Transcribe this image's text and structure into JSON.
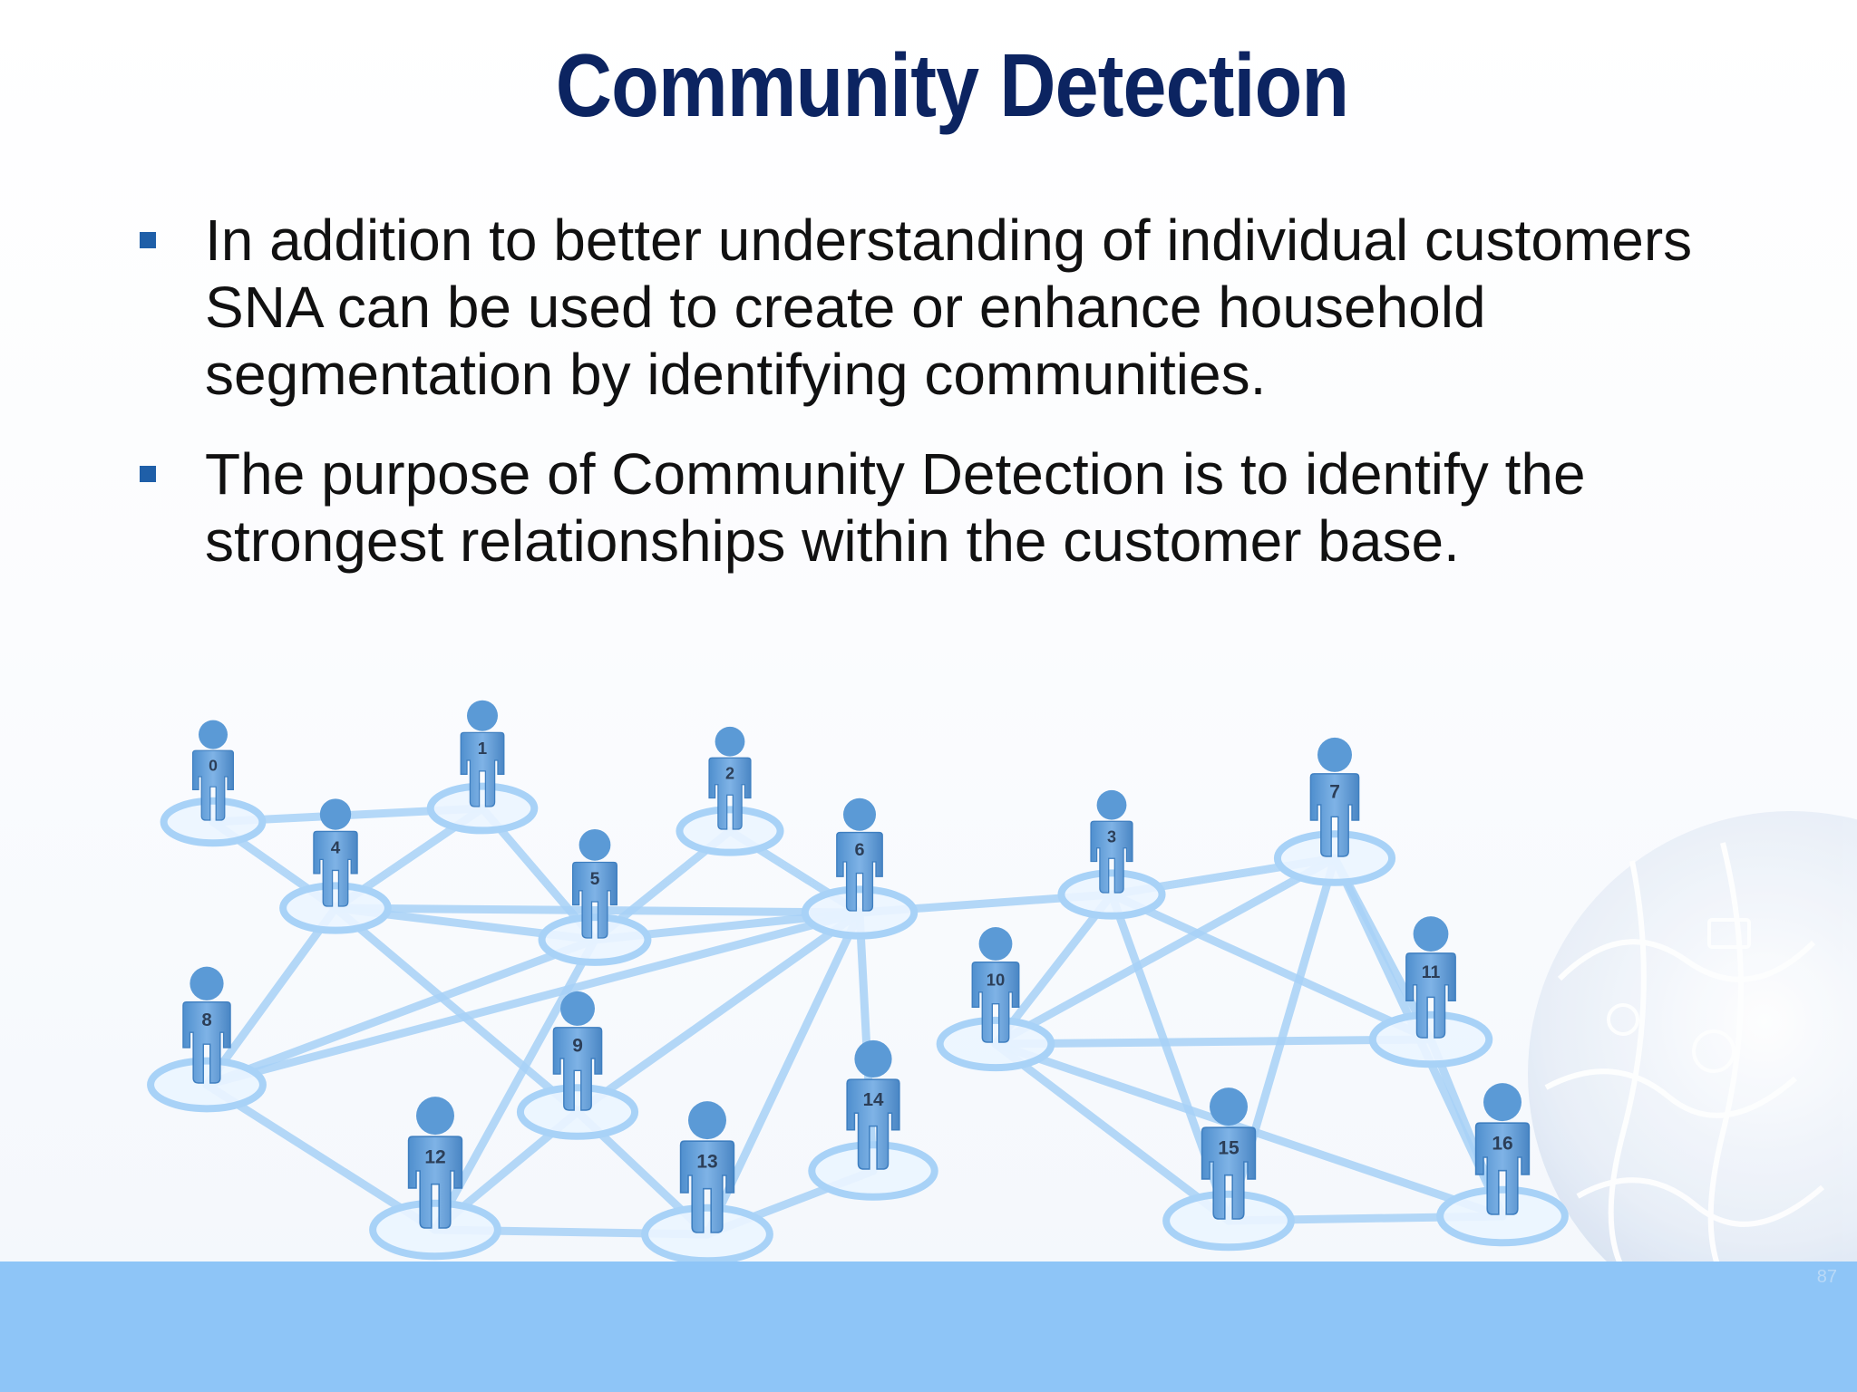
{
  "slide": {
    "title": "Community Detection",
    "bullets": [
      "In addition to better understanding of individual customers SNA can be used to create or enhance household segmentation by identifying communities.",
      "The purpose of Community Detection is to identify the strongest relationships within the customer base."
    ],
    "page_number": "87"
  },
  "network": {
    "people": [
      {
        "label": "0"
      },
      {
        "label": "1"
      },
      {
        "label": "2"
      },
      {
        "label": "3"
      },
      {
        "label": "4"
      },
      {
        "label": "5"
      },
      {
        "label": "6"
      },
      {
        "label": "7"
      },
      {
        "label": "8"
      },
      {
        "label": "9"
      },
      {
        "label": "10"
      },
      {
        "label": "11"
      },
      {
        "label": "12"
      },
      {
        "label": "13"
      },
      {
        "label": "14"
      },
      {
        "label": "15"
      },
      {
        "label": "16"
      }
    ]
  },
  "colors": {
    "title": "#0c2461",
    "bullet": "#1f5fa8",
    "person": "#5b9ad6",
    "link": "#a8d2f7",
    "footer": "#8ec5f7"
  },
  "icons": [
    "person-icon",
    "globe-icon"
  ]
}
